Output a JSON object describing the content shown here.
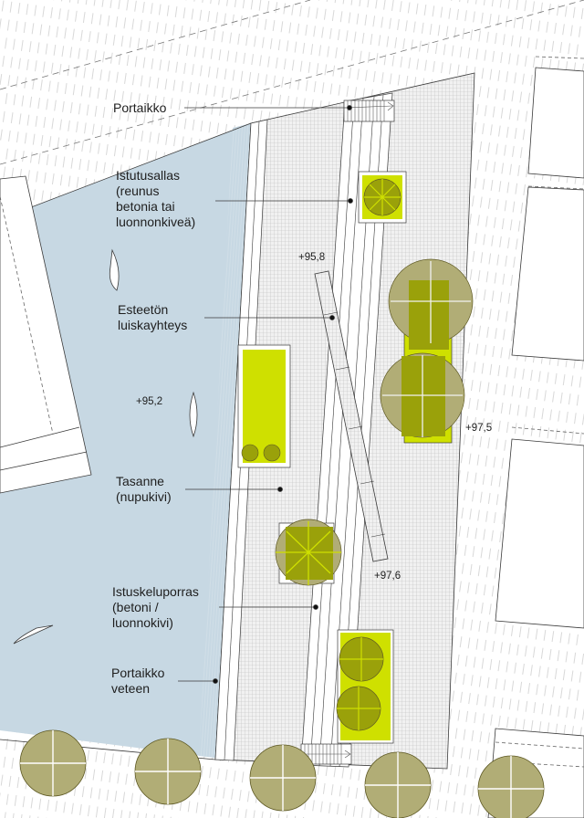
{
  "colors": {
    "water": "#c7d8e3",
    "paving_grid": "#b9b9b9",
    "planter_bright": "#cfe000",
    "tree_canopy_dark": "#9aa10a",
    "tree_canopy_light": "#b1ad76",
    "tree_outline": "#5f5a25",
    "line": "#3a3a3a",
    "hatch": "#cfcfcf"
  },
  "labels": {
    "portaikko": "Portaikko",
    "istutusallas": "Istutusallas\n(reunus\nbetonia tai\nluonnonkiveä)",
    "esteeton": "Esteetön\nluiskayhteys",
    "tasanne": "Tasanne\n(nupukivi)",
    "istuskeluporras": "Istuskeluporras\n(betoni /\nluonnokivi)",
    "portaikko_veteen": "Portaikko\nveteen"
  },
  "elevations": {
    "e958": "+95,8",
    "e952": "+95,2",
    "e975": "+97,5",
    "e976": "+97,6"
  }
}
